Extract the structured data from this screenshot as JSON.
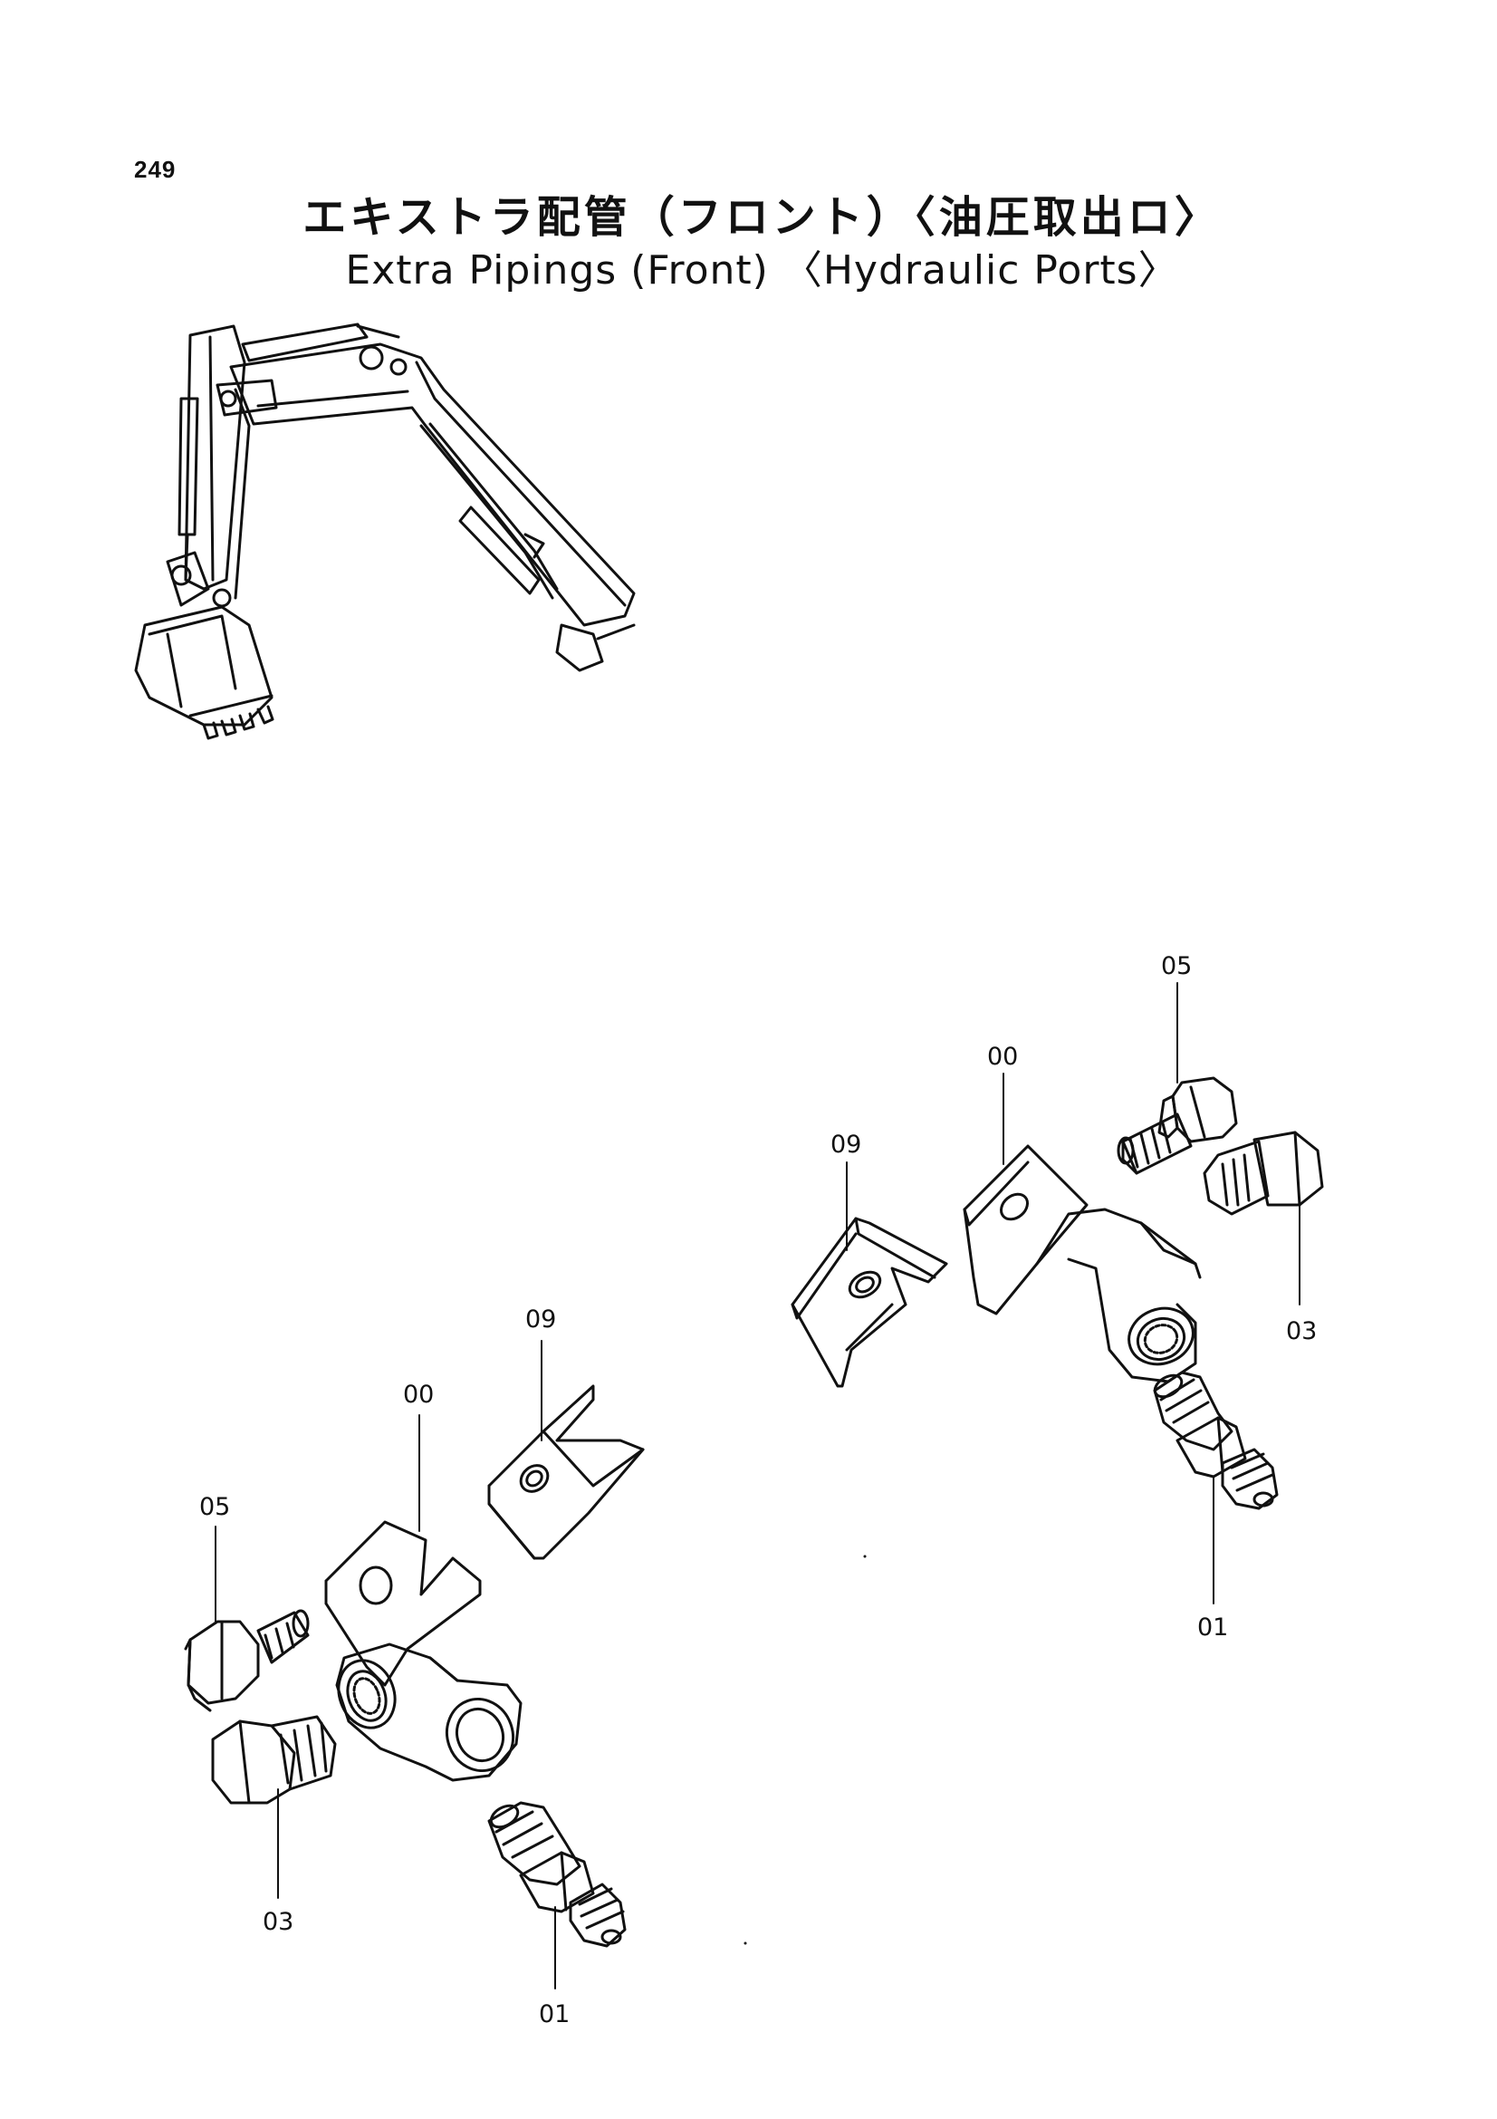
{
  "page_number": "249",
  "title_jp": "エキストラ配管（フロント）〈油圧取出ロ〉",
  "title_en": "Extra Pipings (Front) 〈Hydraulic Ports〉",
  "callouts": {
    "right": {
      "p05": "05",
      "p00": "00",
      "p09": "09",
      "p03": "03",
      "p01": "01"
    },
    "left": {
      "p09": "09",
      "p00": "00",
      "p05": "05",
      "p03": "03",
      "p01": "01"
    }
  },
  "colors": {
    "ink": "#111111",
    "paper": "#ffffff"
  }
}
